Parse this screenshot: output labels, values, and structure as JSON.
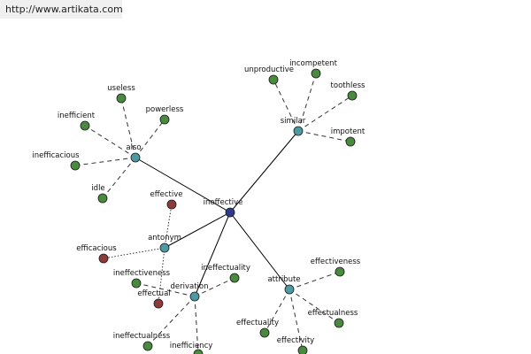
{
  "url": "http://www.artikata.com",
  "colors": {
    "center": "#2d3a8c",
    "relation": "#4e9aa3",
    "leaf": "#4a8a3e",
    "antonym_leaf": "#8c3a3a",
    "edge": "#000000",
    "dashed": "#333333"
  },
  "graph": {
    "center": {
      "label": "ineffective"
    },
    "relations": [
      {
        "label": "also"
      },
      {
        "label": "similar"
      },
      {
        "label": "antonym"
      },
      {
        "label": "derivation"
      },
      {
        "label": "attribute"
      }
    ],
    "leaves": [
      {
        "label": "useless"
      },
      {
        "label": "powerless"
      },
      {
        "label": "inefficient"
      },
      {
        "label": "inefficacious"
      },
      {
        "label": "idle"
      },
      {
        "label": "unproductive"
      },
      {
        "label": "incompetent"
      },
      {
        "label": "toothless"
      },
      {
        "label": "impotent"
      },
      {
        "label": "effective"
      },
      {
        "label": "efficacious"
      },
      {
        "label": "ineffectiveness"
      },
      {
        "label": "effectual"
      },
      {
        "label": "ineffectuality"
      },
      {
        "label": "ineffectualness"
      },
      {
        "label": "inefficiency"
      },
      {
        "label": "effectiveness"
      },
      {
        "label": "effectualness"
      },
      {
        "label": "effectuality"
      },
      {
        "label": "effectivity"
      }
    ]
  }
}
